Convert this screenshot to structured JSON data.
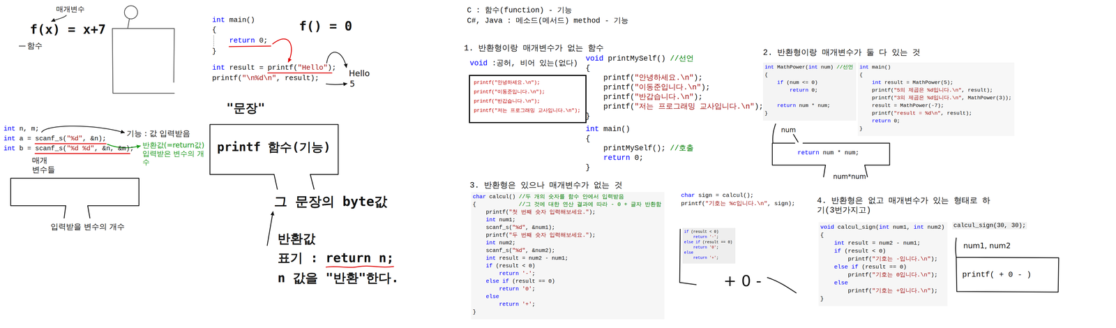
{
  "diagram": {
    "nodes": [
      {
        "text": [
          "\"문장\"",
          "printf 함수(기능)"
        ]
      },
      {
        "text": [
          "입력받을 변수의 개수"
        ]
      },
      {
        "text": [
          "printf(\"안녕하세요.\\n\");",
          "printf(\"이동준입니다.\\n\");",
          "printf(\"반갑습니다.\\n\");",
          "printf(\"저는 프로그래밍 교사입니다.\\n\");"
        ]
      },
      {
        "text": [
          "int MathPower(int num) //선언",
          "{",
          "    if (num <= 0)",
          "        return 0;",
          "    return num * num;",
          "}"
        ]
      },
      {
        "text": [
          "int main()",
          "{",
          "    int result = MathPower(5);",
          "    printf(\"5의 제곱은 %d입니다.\\n\", result);",
          "    printf(\"3의 제곱은 %d입니다.\\n\", MathPower(3));",
          "    result = MathPower(-7);",
          "    printf(\"result = %d\\n\", result);",
          "    return 0;",
          "}"
        ]
      },
      {
        "text": [
          "num",
          "return num * num;",
          "num*num"
        ]
      },
      {
        "text": [
          "char calcul() //두 개의 숫자를 함수 안에서 입력받음",
          "{             //그 것에 대한 연산 결과에 따라 - 0 + 글자 반환함",
          "    printf(\"첫 번째 숫자 입력해보세요.\");",
          "    int num1;",
          "    scanf_s(\"%d\", &num1);",
          "    printf(\"두 번째 숫자 입력해보세요.\");",
          "    int num2;",
          "    scanf_s(\"%d\", &num2);",
          "    int result = num2 - num1;",
          "    if (result < 0)",
          "        return '-';",
          "    else if (result == 0)",
          "        return '0';",
          "    else",
          "        return '+';",
          "}"
        ]
      },
      {
        "text": [
          "if (result < 0)",
          "    return '-';",
          "else if (result == 0)",
          "    return '0';",
          "else",
          "    return '+';"
        ]
      },
      {
        "text": [
          "void calcul_sign(int num1, int num2)",
          "{",
          "    int result = num2 - num1;",
          "    if (result < 0)",
          "        printf(\"기호는 -입니다.\\n\");",
          "    else if (result == 0)",
          "        printf(\"기호는 0입니다.\\n\");",
          "    else",
          "        printf(\"기호는 +입니다.\\n\");",
          "}"
        ]
      },
      {
        "text": [
          "num1, num2",
          "printf( + 0 - )"
        ]
      }
    ],
    "labels": [
      "매개변수",
      "f(x) = x+7",
      "함수",
      "int main()",
      "{",
      "    return 0;",
      "}",
      "f() = 0",
      "int result = printf(\"Hello\");",
      "printf(\"\\n%d\\n\", result);",
      "Hello",
      "5",
      "int n, m;",
      "int a = scanf_s(\"%d\", &n);",
      "int b = scanf_s(\"%d %d\", &n, &m);",
      "기능 : 값 입력받음",
      "반환값(=return값) 입력받은 변수의 개수",
      "매개 변수들",
      "그 문장의 byte값",
      "반환값",
      "표기 : return n;",
      "n 값을 \"반환\"한다.",
      "C : 함수(function) - 기능",
      "C#, Java : 메소드(메서드) method - 기능",
      "1. 반환형이랑 매개변수가 없는 함수",
      "void :공허, 비어 있는(없다)",
      "void printMySelf() //선언",
      "{",
      "    printf(\"안녕하세요.\\n\");",
      "    printf(\"이동준입니다.\\n\");",
      "    printf(\"반갑습니다.\\n\");",
      "    printf(\"저는 프로그래밍 교사입니다.\\n\");",
      "}",
      "int main()",
      "{",
      "    printMySelf(); //호출",
      "    return 0;",
      "}",
      "2. 반환형이랑 매개변수가 둘 다 있는 것",
      "3. 반환형은 있으나 매개변수가 없는 것",
      "char sign = calcul();",
      "printf(\"기호는 %c입니다.\\n\", sign);",
      "+ 0 -",
      "4. 반환형은 없고 매개변수가 있는 형태로 하기(3번가지고)",
      "calcul_sign(30, 30);"
    ]
  }
}
